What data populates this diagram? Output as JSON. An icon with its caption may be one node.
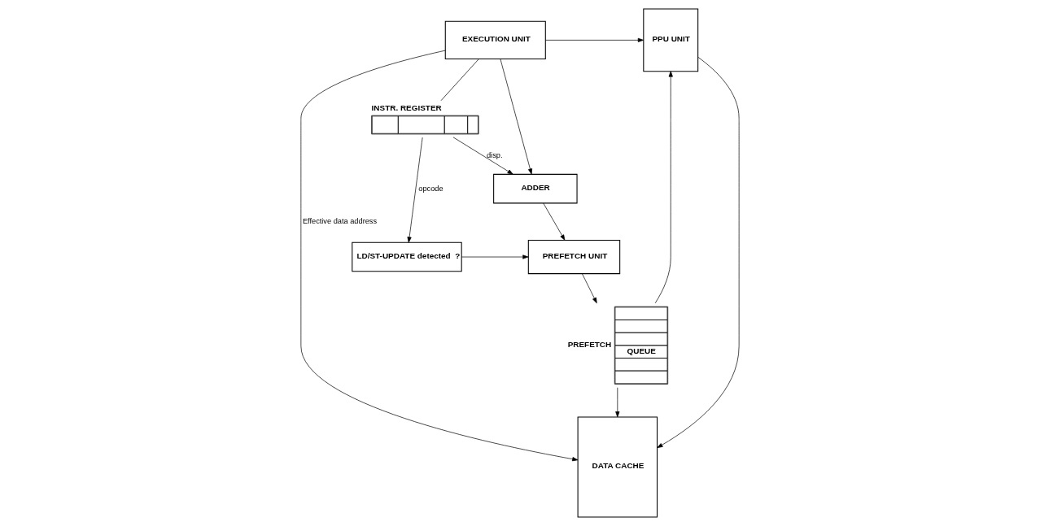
{
  "diagram": {
    "nodes": [
      {
        "text": [
          "EXECUTION UNIT"
        ]
      },
      {
        "text": [
          "DATA CACHE"
        ]
      },
      {
        "text": [
          "PPU UNIT"
        ]
      },
      {
        "text": [
          "INSTR. REGISTER"
        ]
      },
      {
        "text": [
          "ADDER"
        ]
      },
      {
        "text": [
          "PREFETCH",
          "QUEUE"
        ]
      },
      {
        "text": [
          "LD/ST-UPDATE detected  ?"
        ]
      },
      {
        "text": [
          "PREFETCH UNIT"
        ]
      }
    ],
    "edges": [
      {
        "from": 0,
        "to": 1,
        "label": "Effective data address",
        "arrow": "to"
      },
      {
        "from": 0,
        "to": 3,
        "arrow": "none"
      },
      {
        "from": 0,
        "to": 4,
        "arrow": "to"
      },
      {
        "from": 0,
        "to": 2,
        "arrow": "to"
      },
      {
        "from": 2,
        "to": 1,
        "arrow": "to"
      },
      {
        "from": 3,
        "to": 6,
        "label": "opcode",
        "arrow": "to"
      },
      {
        "from": 3,
        "to": 4,
        "label": "disp.",
        "arrow": "to"
      },
      {
        "from": 4,
        "to": 7,
        "arrow": "to"
      },
      {
        "from": 6,
        "to": 7,
        "arrow": "to"
      },
      {
        "from": 7,
        "to": 5,
        "arrow": "to"
      },
      {
        "from": 5,
        "to": 1,
        "arrow": "to"
      },
      {
        "from": 5,
        "to": 2,
        "arrow": "to"
      }
    ]
  }
}
